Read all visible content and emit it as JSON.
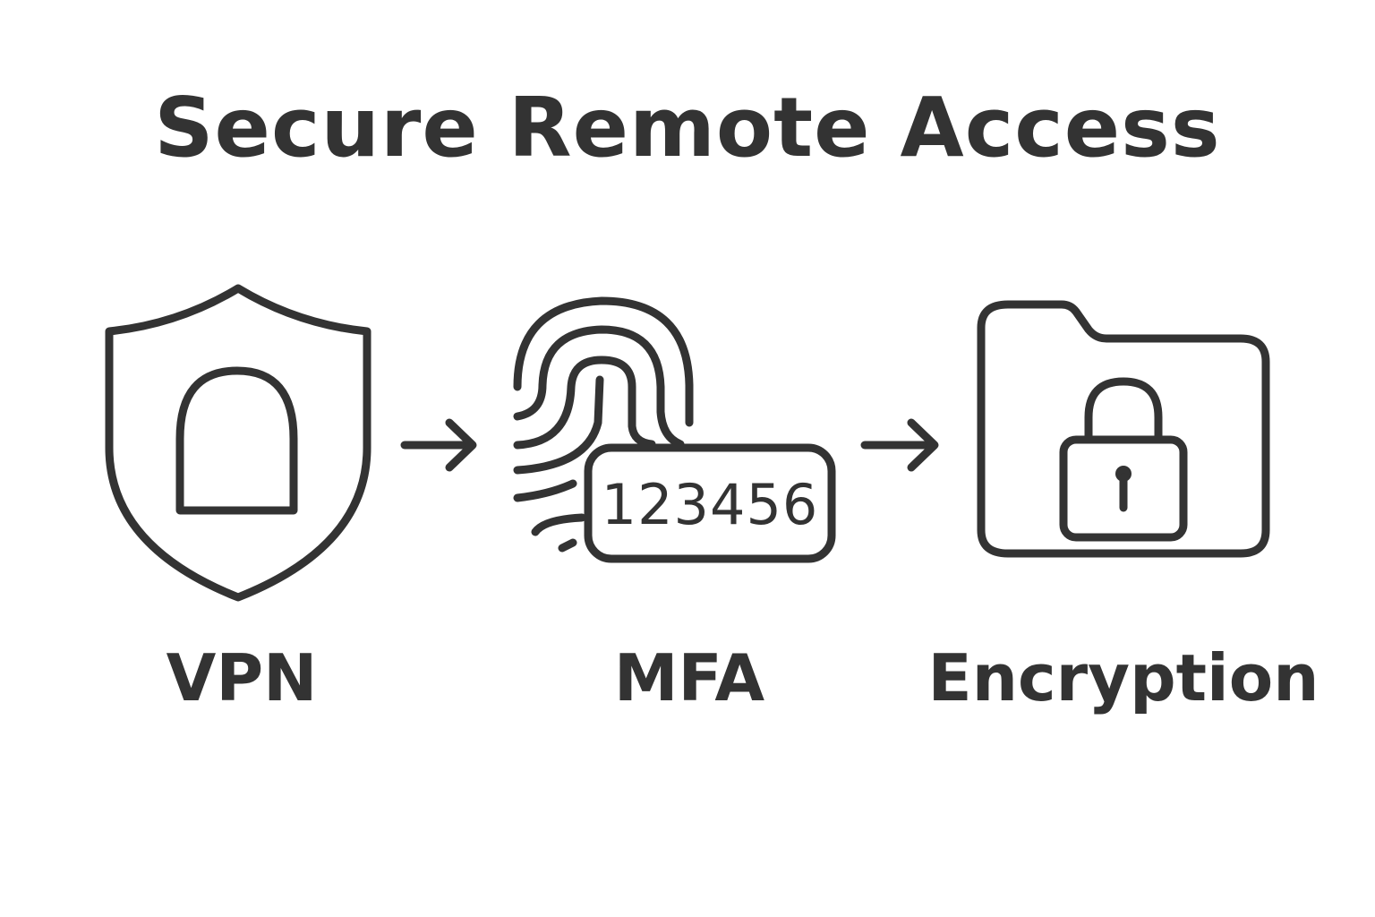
{
  "title": "Secure Remote Access",
  "steps": [
    {
      "label": "VPN",
      "icon": "shield-tunnel-icon"
    },
    {
      "label": "MFA",
      "icon": "fingerprint-code-icon",
      "code": "123456"
    },
    {
      "label": "Encryption",
      "icon": "locked-folder-icon"
    }
  ],
  "connectors": [
    "arrow-right-icon",
    "arrow-right-icon"
  ],
  "colors": {
    "ink": "#333333",
    "background": "#ffffff"
  }
}
